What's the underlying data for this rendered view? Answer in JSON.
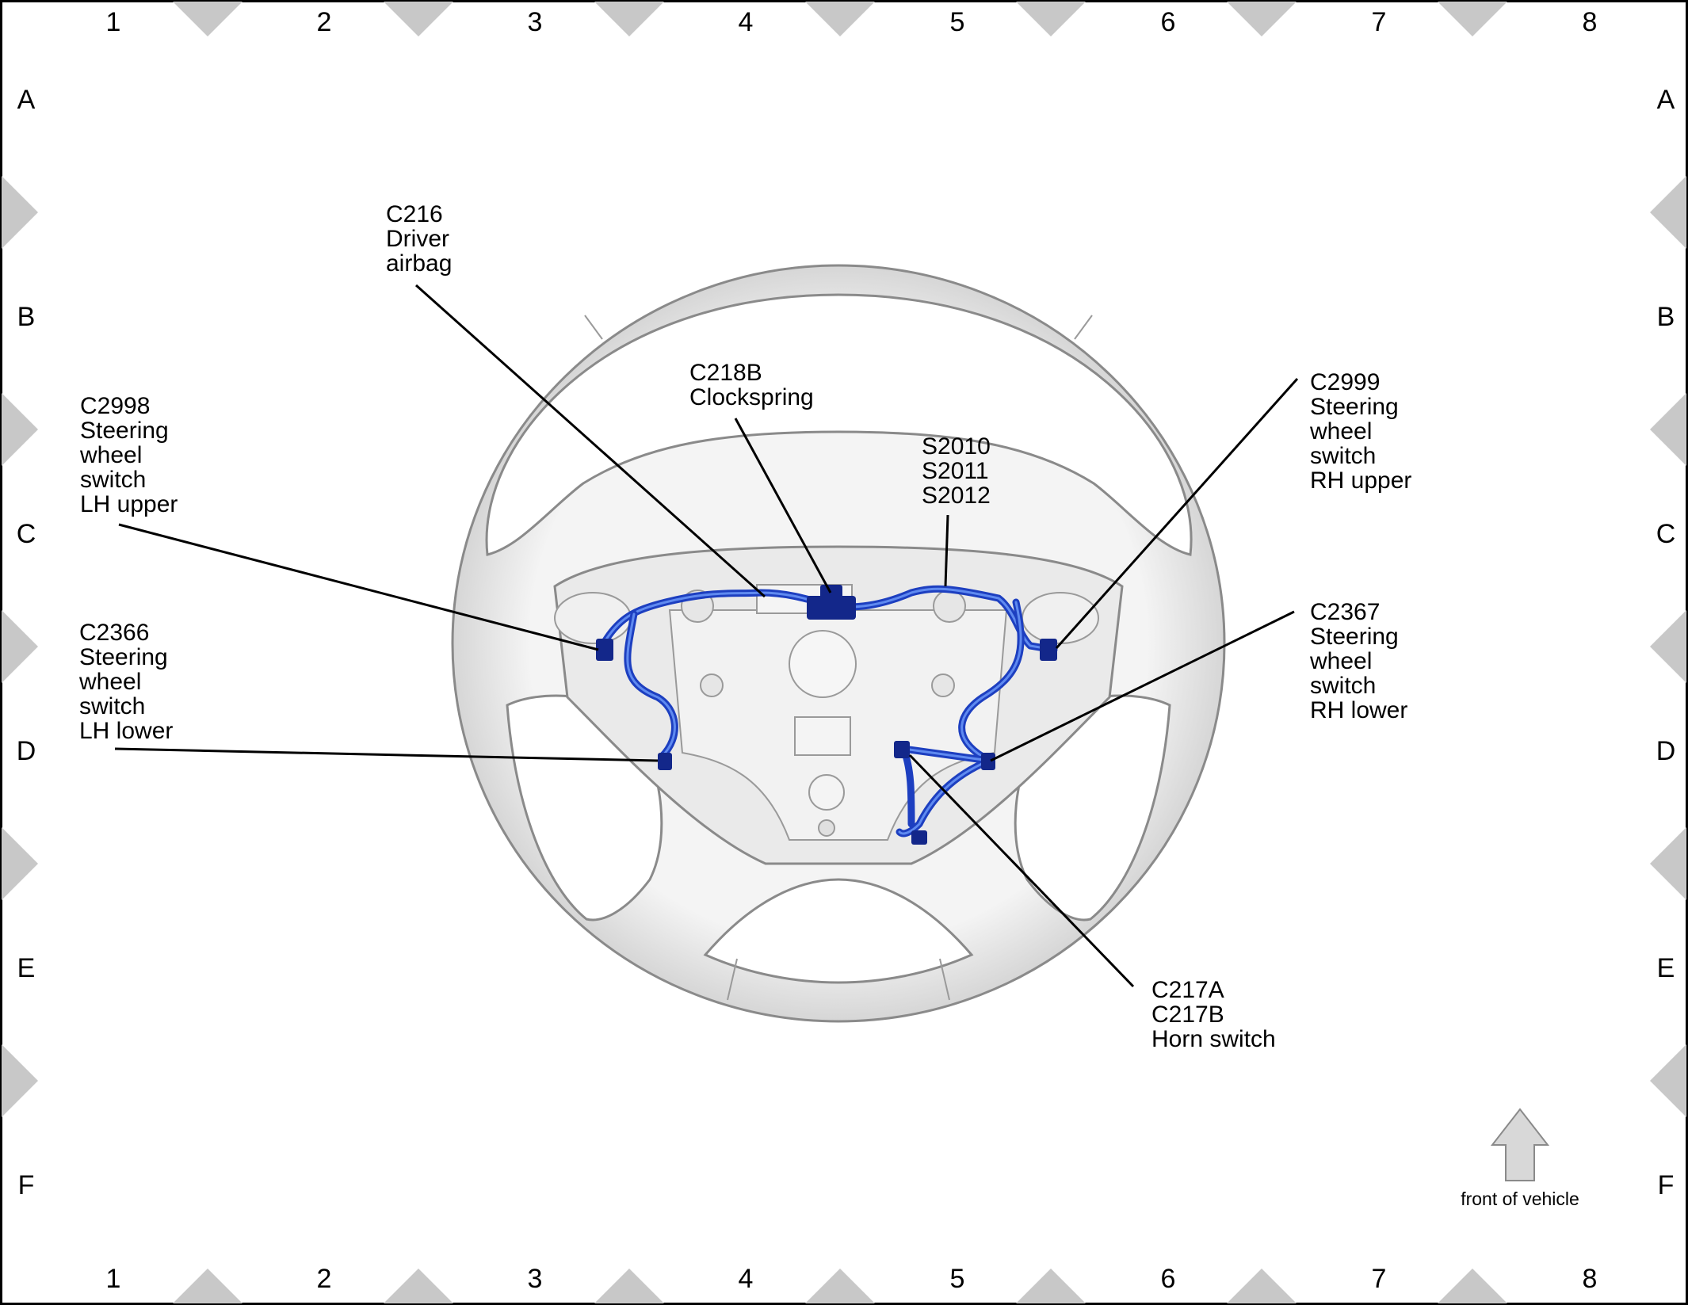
{
  "grid": {
    "columns": [
      "1",
      "2",
      "3",
      "4",
      "5",
      "6",
      "7",
      "8"
    ],
    "rows": [
      "A",
      "B",
      "C",
      "D",
      "E",
      "F"
    ]
  },
  "labels": {
    "c216": [
      "C216",
      "Driver",
      "airbag"
    ],
    "c218b": [
      "C218B",
      "Clockspring"
    ],
    "splices": [
      "S2010",
      "S2011",
      "S2012"
    ],
    "c2998": [
      "C2998",
      "Steering",
      "wheel",
      "switch",
      "LH upper"
    ],
    "c2366": [
      "C2366",
      "Steering",
      "wheel",
      "switch",
      "LH lower"
    ],
    "c2999": [
      "C2999",
      "Steering",
      "wheel",
      "switch",
      "RH upper"
    ],
    "c2367": [
      "C2367",
      "Steering",
      "wheel",
      "switch",
      "RH lower"
    ],
    "c217": [
      "C217A",
      "C217B",
      "Horn switch"
    ]
  },
  "orientation": {
    "text": "front of vehicle",
    "icon": "up-arrow-icon"
  },
  "colors": {
    "harness": "#1d3fc0",
    "connector": "#13278a",
    "wheel": "#eeeeee",
    "frame_marker": "#c8c8c8"
  }
}
